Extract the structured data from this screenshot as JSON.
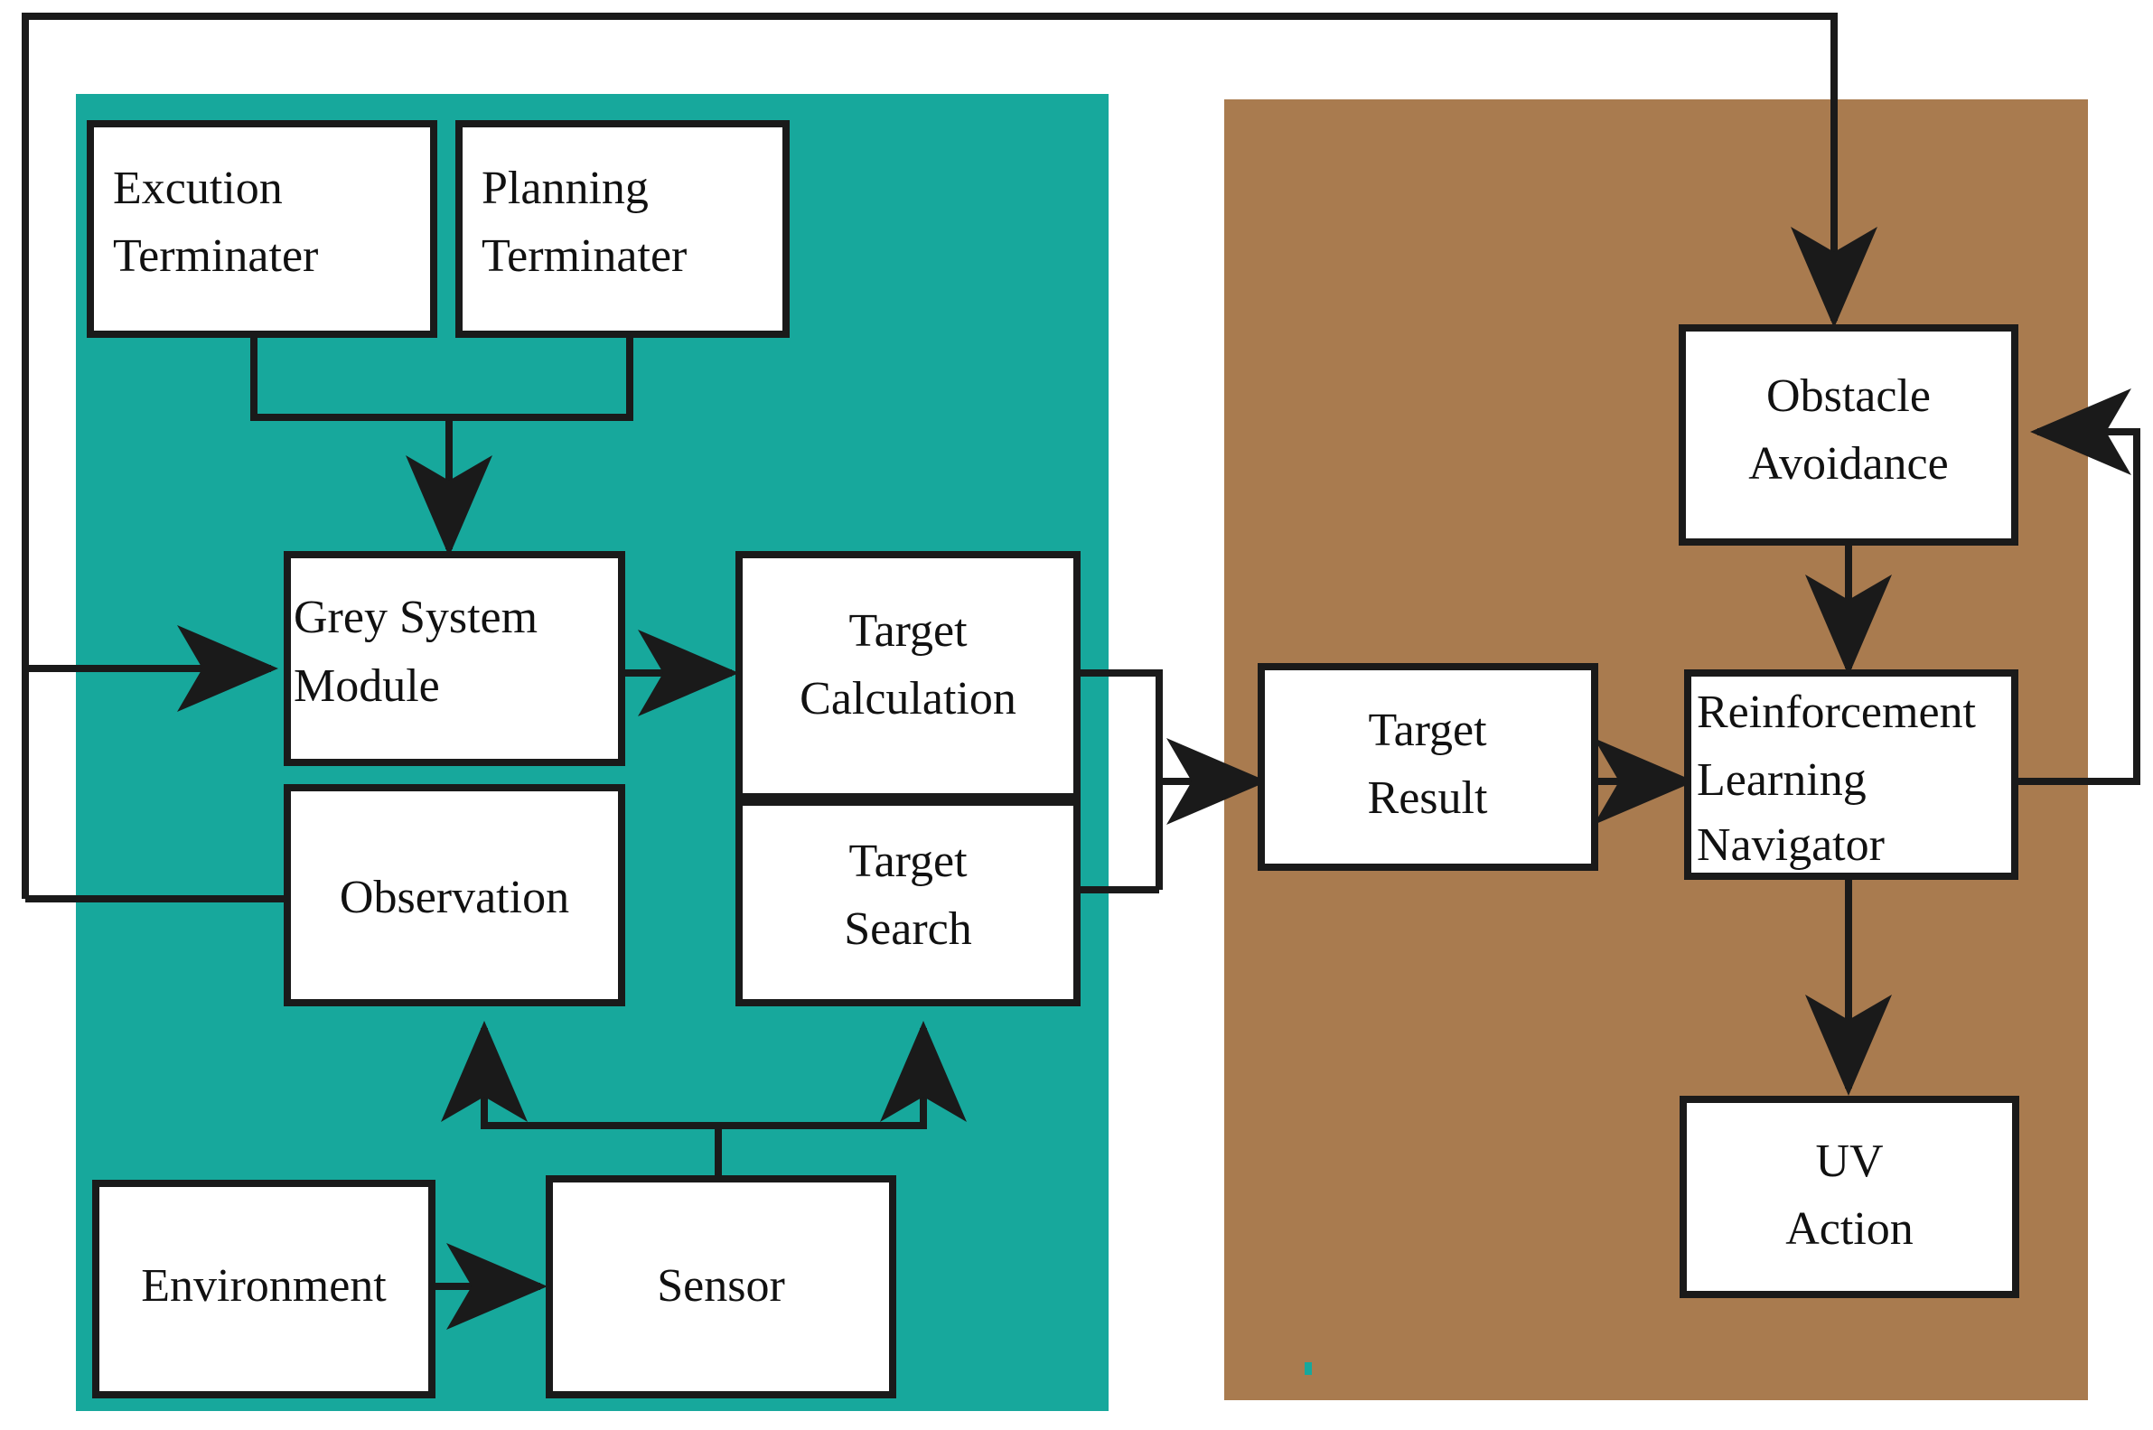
{
  "diagram": {
    "title": "UV navigation system block diagram",
    "colors": {
      "panel_planning": "#17a89c",
      "panel_navigation": "#a97b4f",
      "node_fill": "#ffffff",
      "line": "#1a1a1a"
    },
    "panels": [
      {
        "id": "planning-panel",
        "label": ""
      },
      {
        "id": "navigation-panel",
        "label": ""
      }
    ],
    "nodes": [
      {
        "id": "excution-terminater",
        "lines": [
          "Excution",
          "Terminater"
        ],
        "align": "left"
      },
      {
        "id": "planning-terminater",
        "lines": [
          "Planning",
          "Terminater"
        ],
        "align": "left"
      },
      {
        "id": "grey-system-module",
        "lines": [
          "Grey System",
          "Module"
        ],
        "align": "left"
      },
      {
        "id": "target-calculation",
        "lines": [
          "Target",
          "Calculation"
        ],
        "align": "center"
      },
      {
        "id": "observation",
        "lines": [
          "Observation"
        ],
        "align": "center"
      },
      {
        "id": "target-search",
        "lines": [
          "Target",
          "Search"
        ],
        "align": "center"
      },
      {
        "id": "environment",
        "lines": [
          "Environment"
        ],
        "align": "center"
      },
      {
        "id": "sensor",
        "lines": [
          "Sensor"
        ],
        "align": "center"
      },
      {
        "id": "target-result",
        "lines": [
          "Target",
          "Result"
        ],
        "align": "center"
      },
      {
        "id": "obstacle-avoidance",
        "lines": [
          "Obstacle",
          "Avoidance"
        ],
        "align": "center"
      },
      {
        "id": "reinforcement-learning-navigator",
        "lines": [
          "Reinforcement",
          "Learning",
          "Navigator"
        ],
        "align": "left"
      },
      {
        "id": "uv-action",
        "lines": [
          "UV",
          "Action"
        ],
        "align": "center"
      }
    ],
    "edges": [
      {
        "from": "excution-terminater",
        "to": "grey-system-module",
        "arrow": true
      },
      {
        "from": "planning-terminater",
        "to": "grey-system-module",
        "arrow": true
      },
      {
        "from": "grey-system-module",
        "to": "target-calculation",
        "arrow": true
      },
      {
        "from": "sensor",
        "to": "observation",
        "arrow": true
      },
      {
        "from": "sensor",
        "to": "target-search",
        "arrow": true
      },
      {
        "from": "environment",
        "to": "sensor",
        "arrow": true
      },
      {
        "from": "target-calculation",
        "to": "target-result",
        "arrow": true
      },
      {
        "from": "target-search",
        "to": "target-result",
        "arrow": true
      },
      {
        "from": "target-result",
        "to": "reinforcement-learning-navigator",
        "arrow": true
      },
      {
        "from": "obstacle-avoidance",
        "to": "reinforcement-learning-navigator",
        "arrow": true
      },
      {
        "from": "reinforcement-learning-navigator",
        "to": "uv-action",
        "arrow": true
      },
      {
        "from": "reinforcement-learning-navigator",
        "to": "obstacle-avoidance",
        "arrow": true
      },
      {
        "from": "uv-action",
        "to": "obstacle-avoidance",
        "arrow": true
      },
      {
        "from": "observation",
        "to": "grey-system-module",
        "arrow": true
      }
    ]
  }
}
